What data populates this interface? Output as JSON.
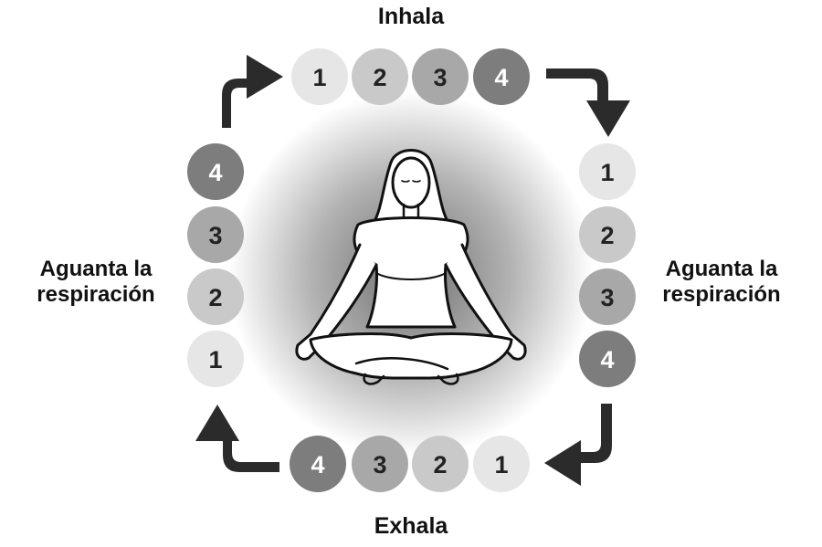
{
  "labels": {
    "top": "Inhala",
    "bottom": "Exhala",
    "left": [
      "Aguanta la",
      "respiración"
    ],
    "right": [
      "Aguanta la",
      "respiración"
    ]
  },
  "sides": {
    "top": [
      "1",
      "2",
      "3",
      "4"
    ],
    "right": [
      "1",
      "2",
      "3",
      "4"
    ],
    "bottom": [
      "4",
      "3",
      "2",
      "1"
    ],
    "left": [
      "4",
      "3",
      "2",
      "1"
    ]
  },
  "shades": {
    "1": "#e6e6e6",
    "2": "#c9c9c9",
    "3": "#a8a8a8",
    "4": "#7d7d7d"
  },
  "colors": {
    "arrow": "#2b2b2b",
    "text": "#111111",
    "glow_center": "#6e6e6e",
    "figure_fill": "#ffffff",
    "figure_stroke": "#111111"
  },
  "icons": {
    "figure": "meditating-person-icon",
    "arrow": "curved-arrow-icon"
  }
}
